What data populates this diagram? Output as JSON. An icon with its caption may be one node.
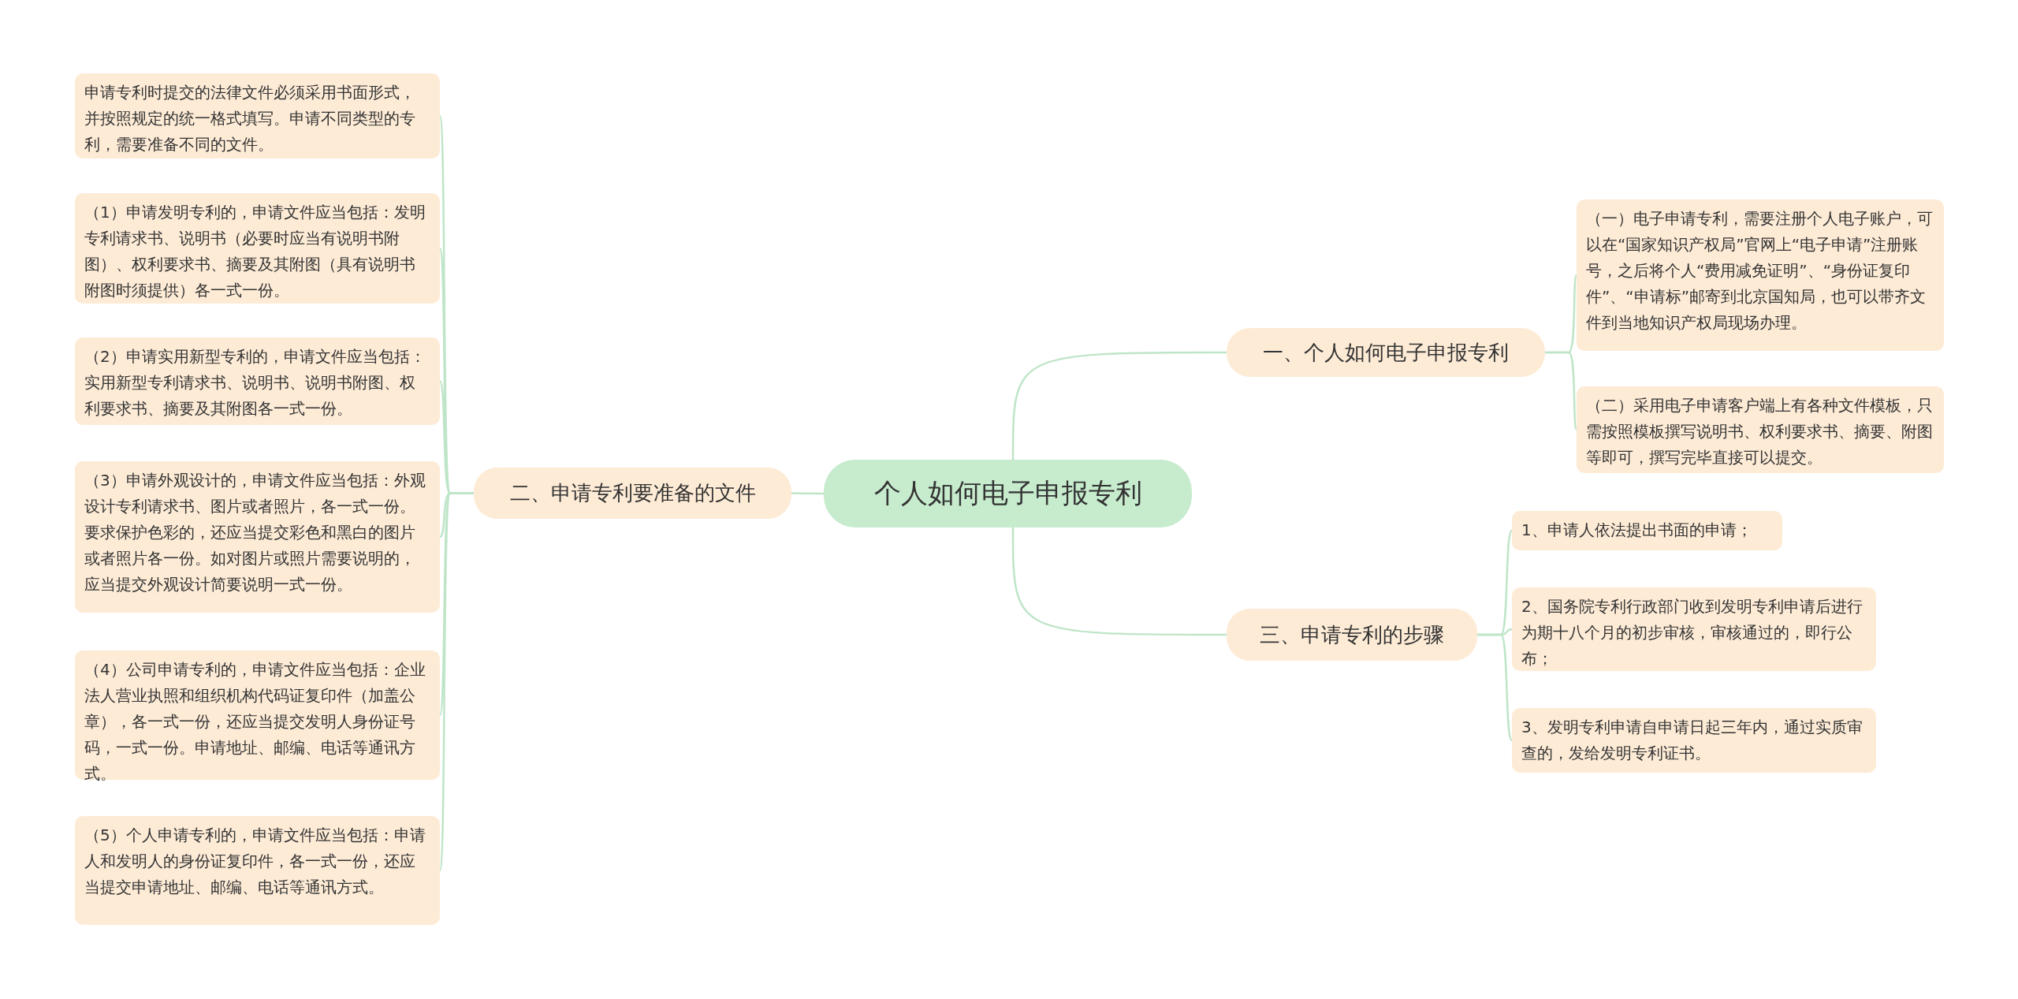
{
  "diagram": {
    "nodes": [
      {
        "text": [
          "个人如何电子申报专利"
        ]
      },
      {
        "text": [
          "一、个人如何电子申报专利"
        ]
      },
      {
        "text": [
          "（一）电子申请专利，需要注册个人电子账户，可以在“国家知识产权局”官网上“电子申请”注册账号，之后将个人“费用减免证明”、“身份证复印件”、“申请标”邮寄到北京国知局，也可以带齐文件到当地知识产权局现场办理。"
        ]
      },
      {
        "text": [
          "（二）采用电子申请客户端上有各种文件模板，只需按照模板撰写说明书、权利要求书、摘要、附图等即可，撰写完毕直接可以提交。"
        ]
      },
      {
        "text": [
          "二、申请专利要准备的文件"
        ]
      },
      {
        "text": [
          "申请专利时提交的法律文件必须采用书面形式，并按照规定的统一格式填写。申请不同类型的专利，需要准备不同的文件。"
        ]
      },
      {
        "text": [
          "（1）申请发明专利的，申请文件应当包括：发明专利请求书、说明书（必要时应当有说明书附图）、权利要求书、摘要及其附图（具有说明书附图时须提供）各一式一份。"
        ]
      },
      {
        "text": [
          "（2）申请实用新型专利的，申请文件应当包括：实用新型专利请求书、说明书、说明书附图、权利要求书、摘要及其附图各一式一份。"
        ]
      },
      {
        "text": [
          "（3）申请外观设计的，申请文件应当包括：外观设计专利请求书、图片或者照片，各一式一份。要求保护色彩的，还应当提交彩色和黑白的图片或者照片各一份。如对图片或照片需要说明的，应当提交外观设计简要说明一式一份。"
        ]
      },
      {
        "text": [
          "（4）公司申请专利的，申请文件应当包括：企业法人营业执照和组织机构代码证复印件（加盖公章），各一式一份，还应当提交发明人身份证号码，一式一份。申请地址、邮编、电话等通讯方式。"
        ]
      },
      {
        "text": [
          "（5）个人申请专利的，申请文件应当包括：申请人和发明人的身份证复印件，各一式一份，还应当提交申请地址、邮编、电话等通讯方式。"
        ]
      },
      {
        "text": [
          "三、申请专利的步骤"
        ]
      },
      {
        "text": [
          "1、申请人依法提出书面的申请；"
        ]
      },
      {
        "text": [
          "2、国务院专利行政部门收到发明专利申请后进行为期十八个月的初步审核，审核通过的，即行公布；"
        ]
      },
      {
        "text": [
          "3、发明专利申请自申请日起三年内，通过实质审查的，发给发明专利证书。"
        ]
      }
    ],
    "edges": [
      {
        "from": 0,
        "to": 1,
        "arrow": "none"
      },
      {
        "from": 1,
        "to": 2,
        "arrow": "none"
      },
      {
        "from": 1,
        "to": 3,
        "arrow": "none"
      },
      {
        "from": 0,
        "to": 4,
        "arrow": "none"
      },
      {
        "from": 4,
        "to": 5,
        "arrow": "none"
      },
      {
        "from": 4,
        "to": 6,
        "arrow": "none"
      },
      {
        "from": 4,
        "to": 7,
        "arrow": "none"
      },
      {
        "from": 4,
        "to": 8,
        "arrow": "none"
      },
      {
        "from": 4,
        "to": 9,
        "arrow": "none"
      },
      {
        "from": 4,
        "to": 10,
        "arrow": "none"
      },
      {
        "from": 0,
        "to": 11,
        "arrow": "none"
      },
      {
        "from": 11,
        "to": 12,
        "arrow": "none"
      },
      {
        "from": 11,
        "to": 13,
        "arrow": "none"
      },
      {
        "from": 11,
        "to": 14,
        "arrow": "none"
      }
    ]
  }
}
